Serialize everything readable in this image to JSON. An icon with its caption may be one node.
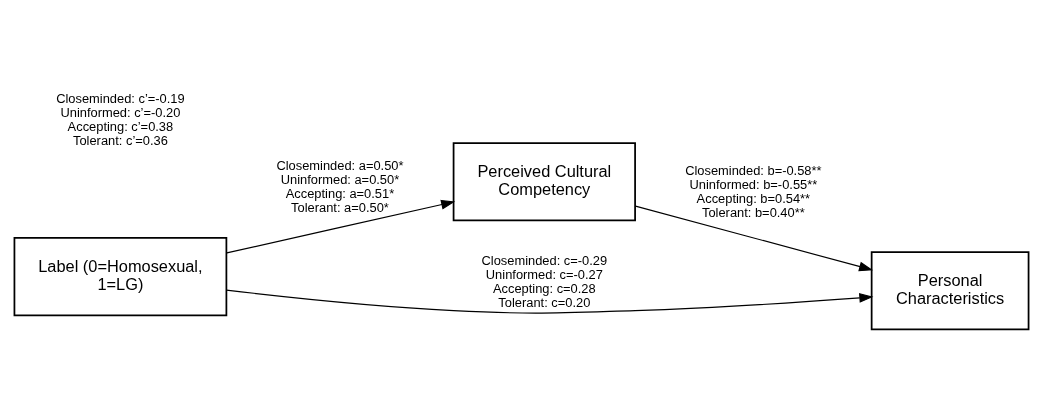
{
  "diagram": {
    "nodes": [
      {
        "text": [
          "Perceived Cultural Competency"
        ]
      },
      {
        "text": [
          "Label (0=Homosexual, 1=LG)"
        ]
      },
      {
        "text": [
          "Personal Characteristics"
        ]
      }
    ],
    "edges": [
      {
        "from": 1,
        "to": 0,
        "arrow": "to",
        "label": "Closeminded: a=0.50* Uninformed: a=0.50* Accepting: a=0.51* Tolerant: a=0.50*"
      },
      {
        "from": 0,
        "to": 2,
        "arrow": "to",
        "label": "Closeminded: b=-0.58** Uninformed: b=-0.55** Accepting: b=0.54** Tolerant: b=0.40**"
      },
      {
        "from": 1,
        "to": 2,
        "arrow": "to",
        "label": "Closeminded: c=-0.29 Uninformed: c=-0.27 Accepting: c=0.28 Tolerant: c=0.20"
      }
    ],
    "labels": [
      "Closeminded: c’=-0.19 Uninformed: c’=-0.20 Accepting: c’=0.38 Tolerant: c’=0.36"
    ]
  }
}
